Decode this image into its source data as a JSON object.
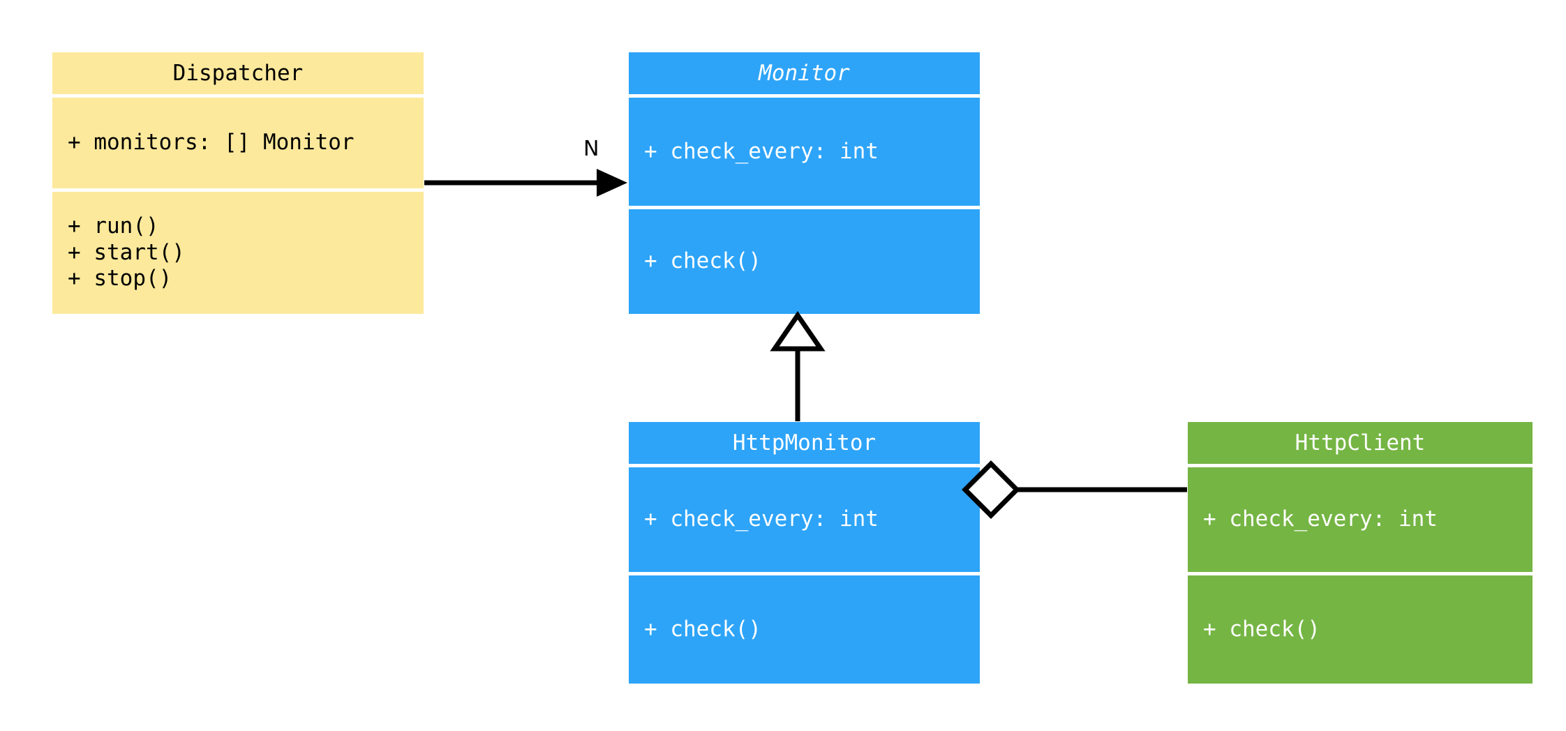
{
  "diagram": {
    "kind": "uml-class-diagram",
    "background": "#ffffff",
    "palette": {
      "yellow": "#fce99c",
      "blue": "#2da4f8",
      "green": "#75b544",
      "line": "#000000",
      "text_dark": "#000000",
      "text_light": "#ffffff"
    }
  },
  "classes": {
    "dispatcher": {
      "name": "Dispatcher",
      "abstract": false,
      "color": "yellow",
      "attributes": [
        "+ monitors: [] Monitor"
      ],
      "methods": [
        "+ run()",
        "+ start()",
        "+ stop()"
      ]
    },
    "monitor": {
      "name": "Monitor",
      "abstract": true,
      "color": "blue",
      "attributes": [
        "+ check_every: int"
      ],
      "methods": [
        "+ check()"
      ]
    },
    "http_monitor": {
      "name": "HttpMonitor",
      "abstract": false,
      "color": "blue",
      "attributes": [
        "+ check_every: int"
      ],
      "methods": [
        "+ check()"
      ]
    },
    "http_client": {
      "name": "HttpClient",
      "abstract": false,
      "color": "green",
      "attributes": [
        "+ check_every: int"
      ],
      "methods": [
        "+ check()"
      ]
    }
  },
  "relationships": {
    "dispatcher_to_monitor": {
      "type": "association",
      "from": "Dispatcher",
      "to": "Monitor",
      "label": "N",
      "arrow": "solid-filled-arrowhead"
    },
    "http_monitor_to_monitor": {
      "type": "generalization",
      "from": "HttpMonitor",
      "to": "Monitor",
      "label": "",
      "arrow": "hollow-triangle"
    },
    "http_monitor_to_http_client": {
      "type": "aggregation",
      "from": "HttpMonitor",
      "to": "HttpClient",
      "label": "",
      "arrow": "hollow-diamond"
    }
  }
}
